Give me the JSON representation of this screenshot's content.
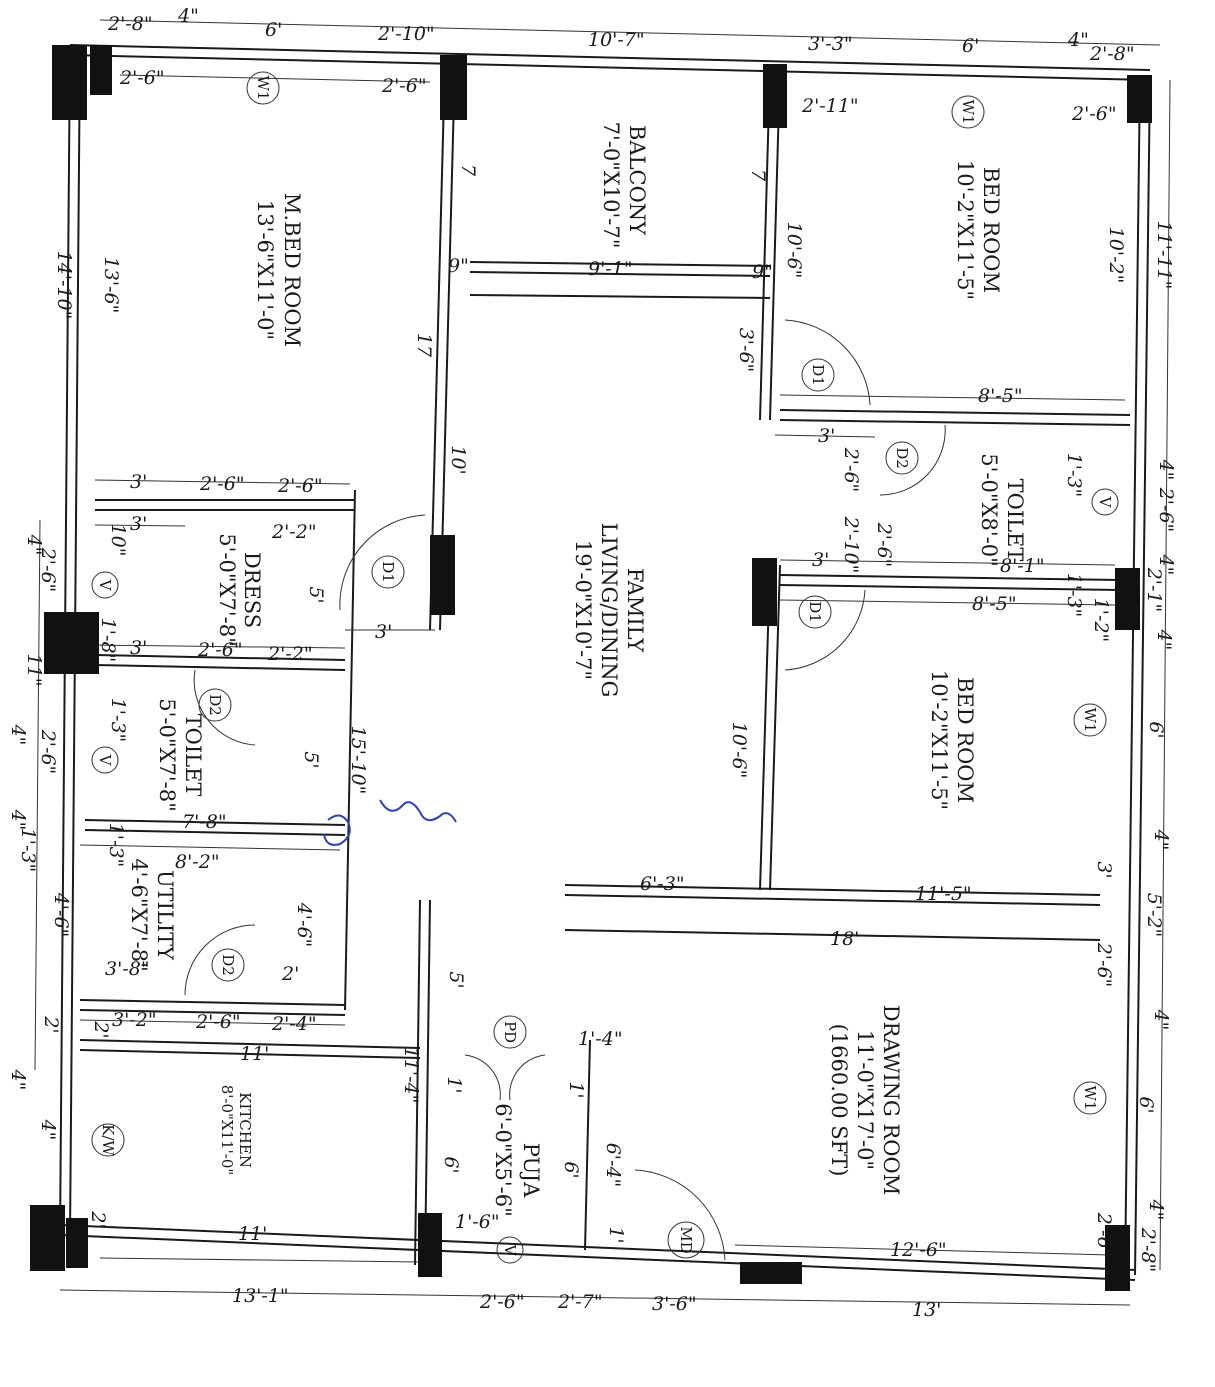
{
  "rooms": {
    "mbed_name": "M.BED ROOM",
    "mbed_size": "13'-6\"X11'-0\"",
    "balcony_name": "BALCONY",
    "balcony_size": "7'-0\"X10'-7\"",
    "bed1_name": "BED ROOM",
    "bed1_size": "10'-2\"X11'-5\"",
    "family_name": "FAMILY",
    "family_name2": "LIVING/DINING",
    "family_size": "19'-0\"X10'-7\"",
    "toilet1_name": "TOILET",
    "toilet1_size": "5'-0\"X8'-0\"",
    "dress_name": "DRESS",
    "dress_size": "5'-0\"X7'-8\"",
    "bed2_name": "BED ROOM",
    "bed2_size": "10'-2\"X11'-5\"",
    "toilet2_name": "TOILET",
    "toilet2_size": "5'-0\"X7'-8\"",
    "utility_name": "UTILITY",
    "utility_size": "4'-6\"X7'-8\"",
    "drawing_name": "DRAWING ROOM",
    "drawing_size": "11'-0\"X17'-0\"",
    "drawing_area": "(1660.00 SFT)",
    "kitchen_name": "KITCHEN",
    "kitchen_size": "8'-0\"X11'-0\"",
    "puja_name": "PUJA",
    "puja_size": "6'-0\"X5'-6\""
  },
  "tags": {
    "w1": "W1",
    "d1": "D1",
    "d2": "D2",
    "v": "V",
    "md": "MD",
    "pd": "PD",
    "kw": "K/W"
  },
  "dims": {
    "d_2_8": "2'-8\"",
    "d_4": "4\"",
    "d_6": "6'",
    "d_2_10": "2'-10\"",
    "d_10_7": "10'-7\"",
    "d_3_3": "3'-3\"",
    "d_2_6": "2'-6\"",
    "d_2_11": "2'-11\"",
    "d_7": "7",
    "d_10_6": "10'-6\"",
    "d_10_2": "10'-2\"",
    "d_11_11": "11'-11\"",
    "d_14_10": "14'-10\"",
    "d_13_6": "13'-6\"",
    "d_9in": "9\"",
    "d_9_1": "9'-1\"",
    "d_17": "17",
    "d_3_6": "3'-6\"",
    "d_8_5": "8'-5\"",
    "d_10": "10'",
    "d_3": "3'",
    "d_1_3": "1'-3\"",
    "d_2_2": "2'-2\"",
    "d_10in": "10\"",
    "d_2_10b": "2'-10\"",
    "d_8_1": "8'-1\"",
    "d_2_1": "2'-1\"",
    "d_1_2": "1'-2\"",
    "d_5": "5'",
    "d_11in": "11\"",
    "d_1_8": "1'-8\"",
    "d_15_10": "15'-10\"",
    "d_7_8": "7'-8\"",
    "d_8_2": "8'-2\"",
    "d_6_3": "6'-3\"",
    "d_11_5": "11'-5\"",
    "d_18": "18'",
    "d_4_6": "4'-6\"",
    "d_5_2": "5'-2\"",
    "d_3_8": "3'-8\"",
    "d_2": "2'",
    "d_3_2": "3'-2\"",
    "d_2_4": "2'-4\"",
    "d_11": "11'",
    "d_11_4": "11'-4\"",
    "d_1_4": "1'-4\"",
    "d_1": "1'",
    "d_6_4": "6'-4\"",
    "d_1_6": "1'-6\"",
    "d_12_6": "12'-6\"",
    "d_13_1": "13'-1\"",
    "d_2_7": "2'-7\"",
    "d_13": "13'"
  },
  "colors": {
    "ink": "#1a1a1a",
    "column": "#111111",
    "annotation": "#2b3fc4"
  }
}
